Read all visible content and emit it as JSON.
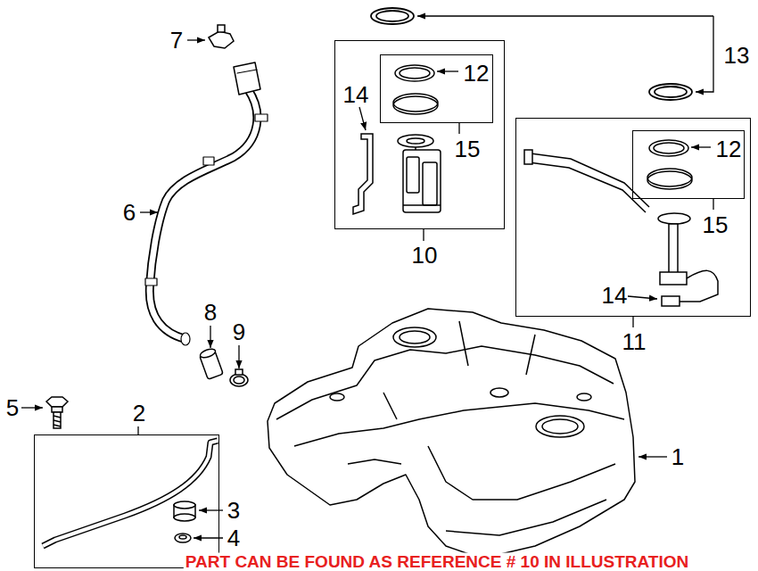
{
  "diagram": {
    "nodes": [
      {
        "text": [
          "2"
        ]
      },
      {
        "text": [
          "10",
          "14"
        ]
      },
      {
        "text": [
          "15",
          "12"
        ],
        "in": 1
      },
      {
        "text": [
          "11",
          "14"
        ]
      },
      {
        "text": [
          "15",
          "12"
        ],
        "in": 3
      }
    ],
    "labels": [
      "7",
      "13",
      "6",
      "8",
      "9",
      "5",
      "3",
      "4",
      "1",
      "PART CAN BE FOUND AS REFERENCE # 10 IN ILLUSTRATION"
    ]
  }
}
